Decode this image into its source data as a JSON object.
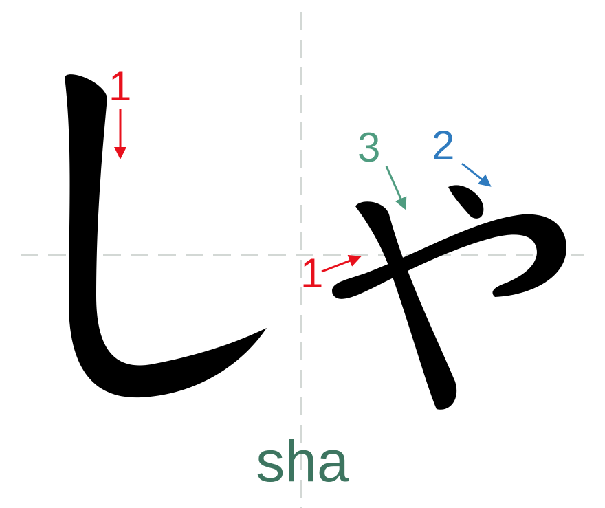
{
  "romaji": "sha",
  "characters": [
    "し",
    "ゃ"
  ],
  "stroke_labels": {
    "shi_1": "1",
    "ya_1": "1",
    "ya_2": "2",
    "ya_3": "3"
  },
  "colors": {
    "stroke_ink": "#000000",
    "label_1": "#e8101c",
    "label_2": "#2f7bbf",
    "label_3": "#4f9c80",
    "romaji": "#3d7560",
    "guide": "#d3d8d5"
  }
}
